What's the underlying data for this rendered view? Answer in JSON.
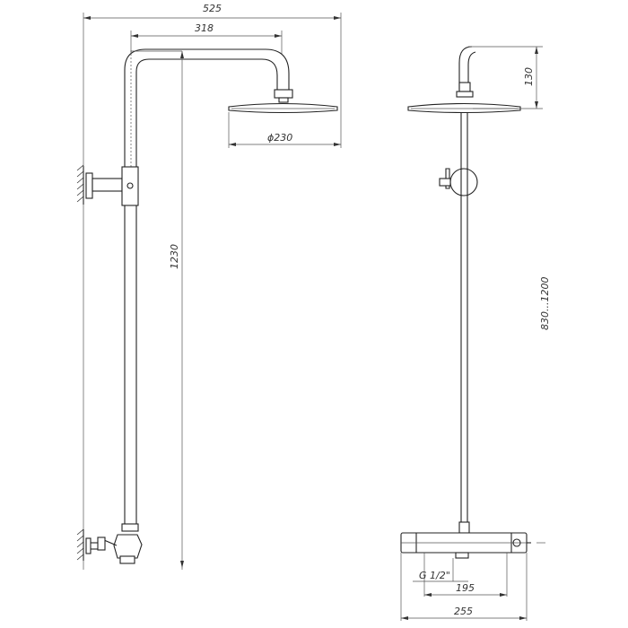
{
  "labels": {
    "overall_width": "525",
    "arm_reach": "318",
    "head_diameter": "ϕ230",
    "total_height": "1230",
    "head_drop": "130",
    "adjust_range": "830...1200",
    "thread_size": "G 1/2\"",
    "bar_width_inner": "195",
    "bar_width_outer": "255"
  }
}
